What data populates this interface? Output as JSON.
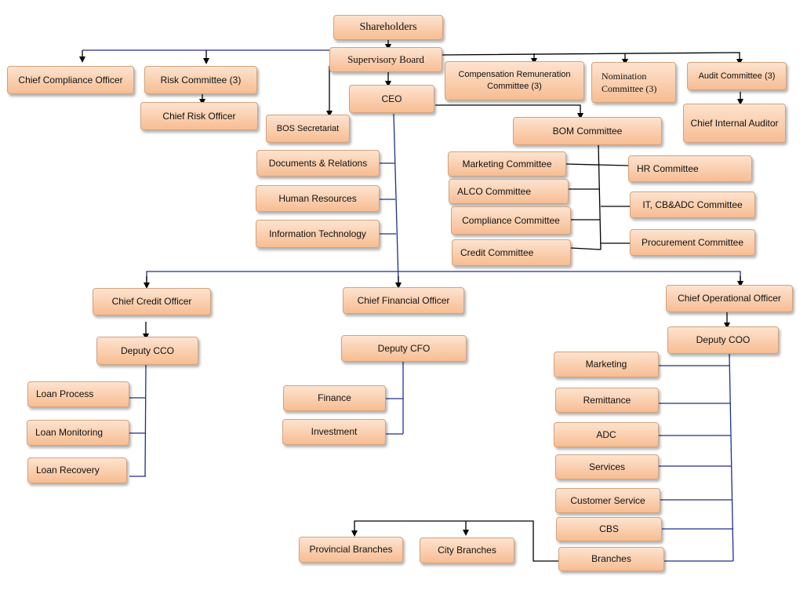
{
  "colors": {
    "line": "#1f2f8f",
    "box_top": "#fde3cf",
    "box_bottom": "#f7bd92"
  },
  "nodes": {
    "shareholders": "Shareholders",
    "supervisory_board": "Supervisory Board",
    "chief_compliance_officer": "Chief Compliance Officer",
    "risk_committee": "Risk Committee (3)",
    "chief_risk_officer": "Chief Risk Officer",
    "compensation_committee": "Compensation Remuneration Committee (3)",
    "nomination_committee": "Nomination Committee (3)",
    "audit_committee": "Audit Committee (3)",
    "chief_internal_auditor": "Chief Internal Auditor",
    "ceo": "CEO",
    "bos_secretariat": "BOS Secretariat",
    "documents_relations": "Documents & Relations",
    "human_resources": "Human Resources",
    "information_technology": "Information Technology",
    "bom_committee": "BOM Committee",
    "marketing_committee": "Marketing Committee",
    "alco_committee": "ALCO Committee",
    "compliance_committee": "Compliance Committee",
    "credit_committee": "Credit Committee",
    "hr_committee": "HR Committee",
    "it_cb_adc_committee": "IT, CB&ADC Committee",
    "procurement_committee": "Procurement Committee",
    "chief_credit_officer": "Chief Credit Officer",
    "deputy_cco": "Deputy CCO",
    "loan_process": "Loan Process",
    "loan_monitoring": "Loan Monitoring",
    "loan_recovery": "Loan Recovery",
    "chief_financial_officer": "Chief Financial Officer",
    "deputy_cfo": "Deputy CFO",
    "finance": "Finance",
    "investment": "Investment",
    "chief_operational_officer": "Chief Operational Officer",
    "deputy_coo": "Deputy COO",
    "marketing": "Marketing",
    "remittance": "Remittance",
    "adc": "ADC",
    "services": "Services",
    "customer_service": "Customer Service",
    "cbs": "CBS",
    "branches": "Branches",
    "provincial_branches": "Provincial Branches",
    "city_branches": "City Branches"
  }
}
